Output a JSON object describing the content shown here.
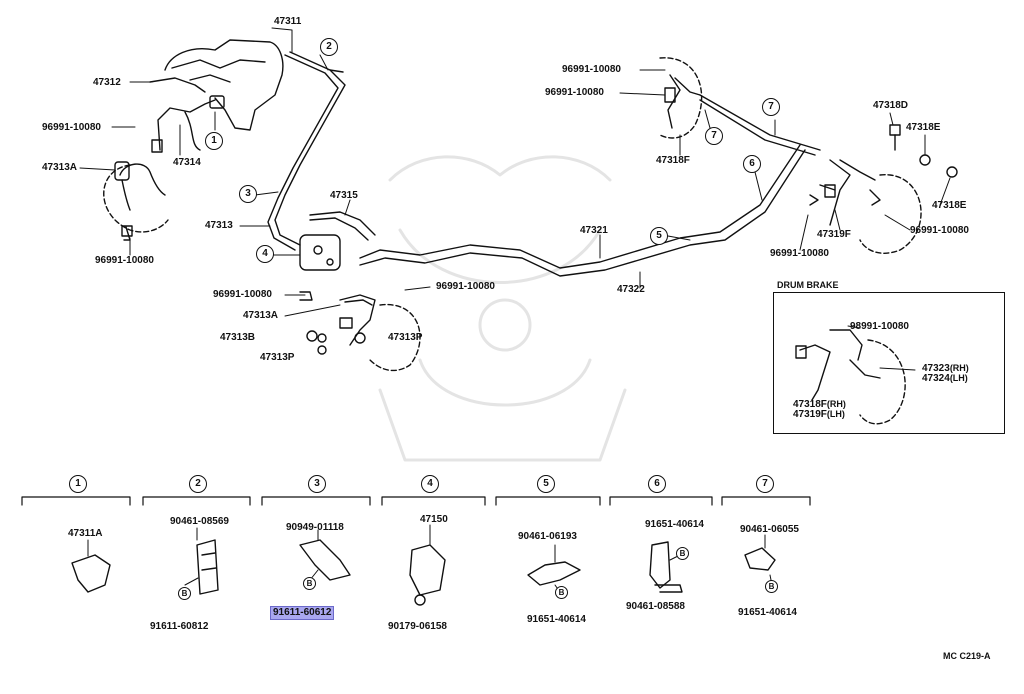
{
  "diagram_code": "MC C219-A",
  "main_labels": {
    "l47311": "47311",
    "l47312": "47312",
    "l96991a": "96991-10080",
    "l47313A": "47313A",
    "l47314": "47314",
    "l96991b": "96991-10080",
    "l47313": "47313",
    "l47315": "47315",
    "l96991c": "96991-10080",
    "l47313A2": "47313A",
    "l47313B": "47313B",
    "l47313P": "47313P",
    "l47313P2": "47313P",
    "l96991d": "96991-10080",
    "l47321": "47321",
    "l47322": "47322",
    "l96991e": "96991-10080",
    "l96991f": "96991-10080",
    "l47318F": "47318F",
    "l47318D": "47318D",
    "l47318E": "47318E",
    "l47318E2": "47318E",
    "l47319F": "47319F",
    "l96991g": "96991-10080",
    "l96991h": "96991-10080"
  },
  "callouts": {
    "c1": "1",
    "c2": "2",
    "c3": "3",
    "c4": "4",
    "c5": "5",
    "c6": "6",
    "c7a": "7",
    "c7b": "7"
  },
  "drum_brake": {
    "title": "DRUM BRAKE",
    "p98991": "98991-10080",
    "p47318F": "47318F",
    "p47318F_sub": "(RH)",
    "p47319F": "47319F",
    "p47319F_sub": "(LH)",
    "p47323": "47323",
    "p47323_sub": "(RH)",
    "p47324": "47324",
    "p47324_sub": "(LH)"
  },
  "detail_groups": [
    {
      "num": "1",
      "parts": [
        "47311A"
      ]
    },
    {
      "num": "2",
      "parts": [
        "90461-08569",
        "91611-60812"
      ]
    },
    {
      "num": "3",
      "parts": [
        "90949-01118",
        "91611-60612"
      ]
    },
    {
      "num": "4",
      "parts": [
        "47150",
        "90179-06158"
      ]
    },
    {
      "num": "5",
      "parts": [
        "90461-06193",
        "91651-40614"
      ]
    },
    {
      "num": "6",
      "parts": [
        "91651-40614",
        "90461-08588"
      ]
    },
    {
      "num": "7",
      "parts": [
        "90461-06055",
        "91651-40614"
      ]
    }
  ],
  "bolt_marker": "B",
  "highlighted_part": "91611-60612"
}
